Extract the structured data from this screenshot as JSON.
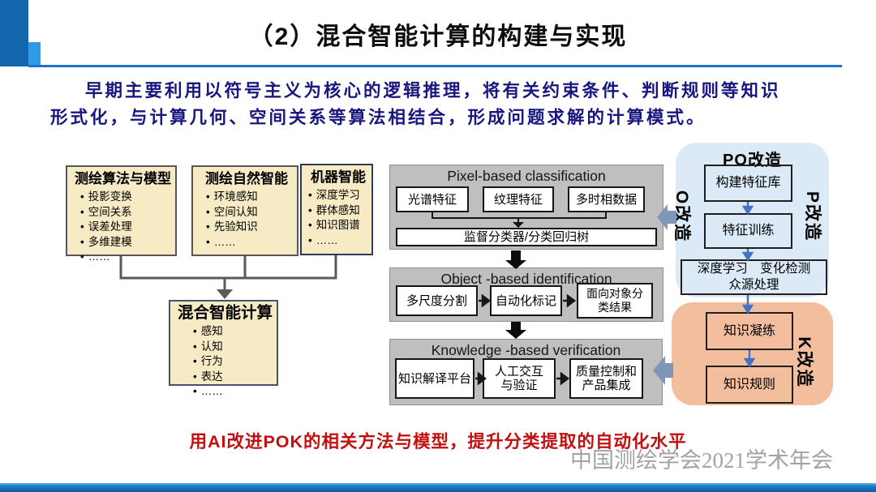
{
  "slide": {
    "title": "（2）混合智能计算的构建与实现",
    "intro": {
      "line1": "早期主要利用以符号主义为核心的逻辑推理，将有关约束条件、判断规则等知识",
      "line2": "形式化，与计算几何、空间关系等算法相结合，形成问题求解的计算模式。"
    },
    "footer_highlight": "用AI改进POK的相关方法与模型，提升分类提取的自动化水平",
    "watermark": "中国测绘学会2021学术年会"
  },
  "left_diagram": {
    "boxes": [
      {
        "title": "测绘算法与模型",
        "items": [
          "投影变换",
          "空间关系",
          "误差处理",
          "多维建模",
          "……"
        ]
      },
      {
        "title": "测绘自然智能",
        "items": [
          "环境感知",
          "空间认知",
          "先验知识",
          "……"
        ]
      },
      {
        "title": "机器智能",
        "items": [
          "深度学习",
          "群体感知",
          "知识图谱",
          "……"
        ]
      },
      {
        "title": "混合智能计算",
        "items": [
          "感知",
          "认知",
          "行为",
          "表达",
          "……"
        ]
      }
    ]
  },
  "pipeline": {
    "pixel": {
      "title": "Pixel-based classification",
      "features": [
        "光谱特征",
        "纹理特征",
        "多时相数据"
      ],
      "classifier": "监督分类器/分类回归树"
    },
    "object": {
      "title": "Object -based identification",
      "steps": [
        "多尺度分割",
        "自动化标记",
        "面向对象分\n类结果"
      ]
    },
    "knowledge": {
      "title": "Knowledge -based verification",
      "steps": [
        "知识解译平台",
        "人工交互\n与验证",
        "质量控制和\n产品集成"
      ]
    }
  },
  "po_panel": {
    "title": "PO改造",
    "left_label": "O改造",
    "right_label": "P改造",
    "steps": [
      "构建特征库",
      "特征训练",
      "深度学习　变化检测\n众源处理"
    ]
  },
  "k_panel": {
    "label": "K改造",
    "steps": [
      "知识凝练",
      "知识规则"
    ]
  },
  "colors": {
    "accent_dark_blue": "#1166AE",
    "accent_light_blue": "#2D9CE8",
    "header_rule": "#1874C4",
    "intro_text": "#17177F",
    "cream_box_bg": "#F7EBC6",
    "panel_gray": "#BFBFBF",
    "po_panel_bg": "#DCE9F7",
    "k_panel_bg": "#F2BE9D",
    "blue_arrow": "#4472C4",
    "chunky_arrow_blue_gray": "#8096B8",
    "footer_red": "#C40F0F",
    "watermark_gray": "#A3A3A3"
  }
}
